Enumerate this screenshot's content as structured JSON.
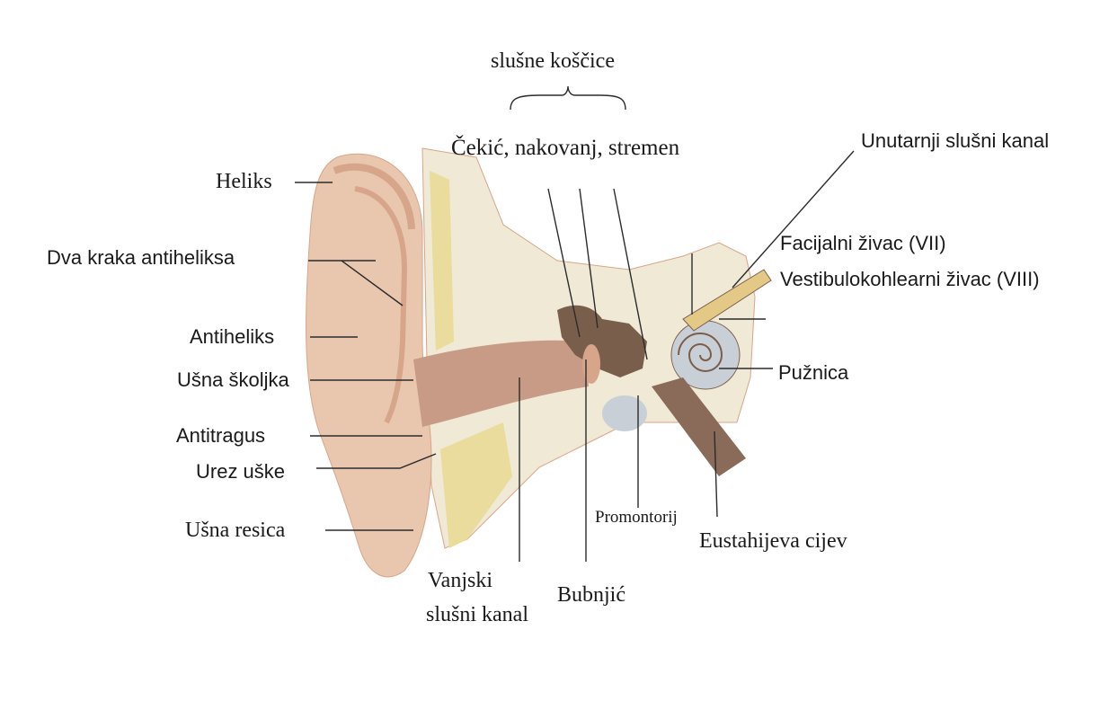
{
  "labels": {
    "slusne_koscice": "slušne koščice",
    "cekic_nakovanj_stremen": "Čekić, nakovanj, stremen",
    "unutarnji_slusni_kanal": "Unutarnji slušni kanal",
    "heliks": "Heliks",
    "dva_kraka_antiheliksa": "Dva kraka antiheliksa",
    "facijalni_zivac": "Facijalni živac (VII)",
    "vestibulokohlearni_zivac": "Vestibulokohlearni živac (VIII)",
    "antiheliks": "Antiheliks",
    "usna_skoljka": "Ušna školjka",
    "puznica": "Pužnica",
    "antitragus": "Antitragus",
    "urez_uske": "Urez uške",
    "usna_resica": "Ušna resica",
    "promontorij": "Promontorij",
    "eustahijeva_cijev": "Eustahijeva cijev",
    "vanjski": "Vanjski",
    "slusni_kanal": "slušni kanal",
    "bubnjic": "Bubnjić"
  },
  "colors": {
    "skin": "#e9c6ae",
    "skin_shadow": "#d7a58a",
    "bone": "#efe9d6",
    "cartilage": "#e9dc9c",
    "canal": "#c79b86",
    "ossicles": "#7a5e4c",
    "cochlea": "#c9cfd6",
    "nerve": "#e3c886",
    "tube": "#8a6a58",
    "line": "#2b2b2b"
  }
}
